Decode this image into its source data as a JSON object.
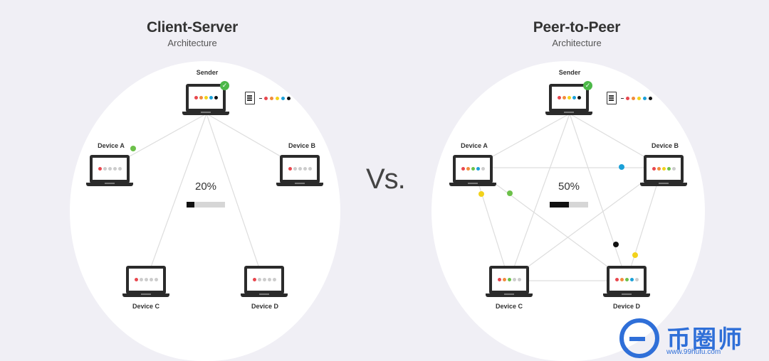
{
  "left": {
    "title": "Client-Server",
    "subtitle": "Architecture",
    "sender_label": "Sender",
    "devices": [
      "Device A",
      "Device B",
      "Device C",
      "Device D"
    ],
    "progress_text": "20%",
    "progress_value": 0.2
  },
  "right": {
    "title": "Peer-to-Peer",
    "subtitle": "Architecture",
    "sender_label": "Sender",
    "devices": [
      "Device A",
      "Device B",
      "Device C",
      "Device D"
    ],
    "progress_text": "50%",
    "progress_value": 0.5
  },
  "vs_text": "Vs.",
  "colors": {
    "red": "#e8474e",
    "orange": "#f28b3c",
    "yellow": "#f2d21b",
    "green": "#6cc04a",
    "blue": "#1aa0d8",
    "black": "#111111",
    "empty": "#cccccc",
    "line": "#dddddd"
  },
  "icons": [
    "laptop-icon",
    "check-icon",
    "file-icon"
  ],
  "watermark": {
    "text": "币圈师",
    "url": "www.99hufu.com"
  }
}
